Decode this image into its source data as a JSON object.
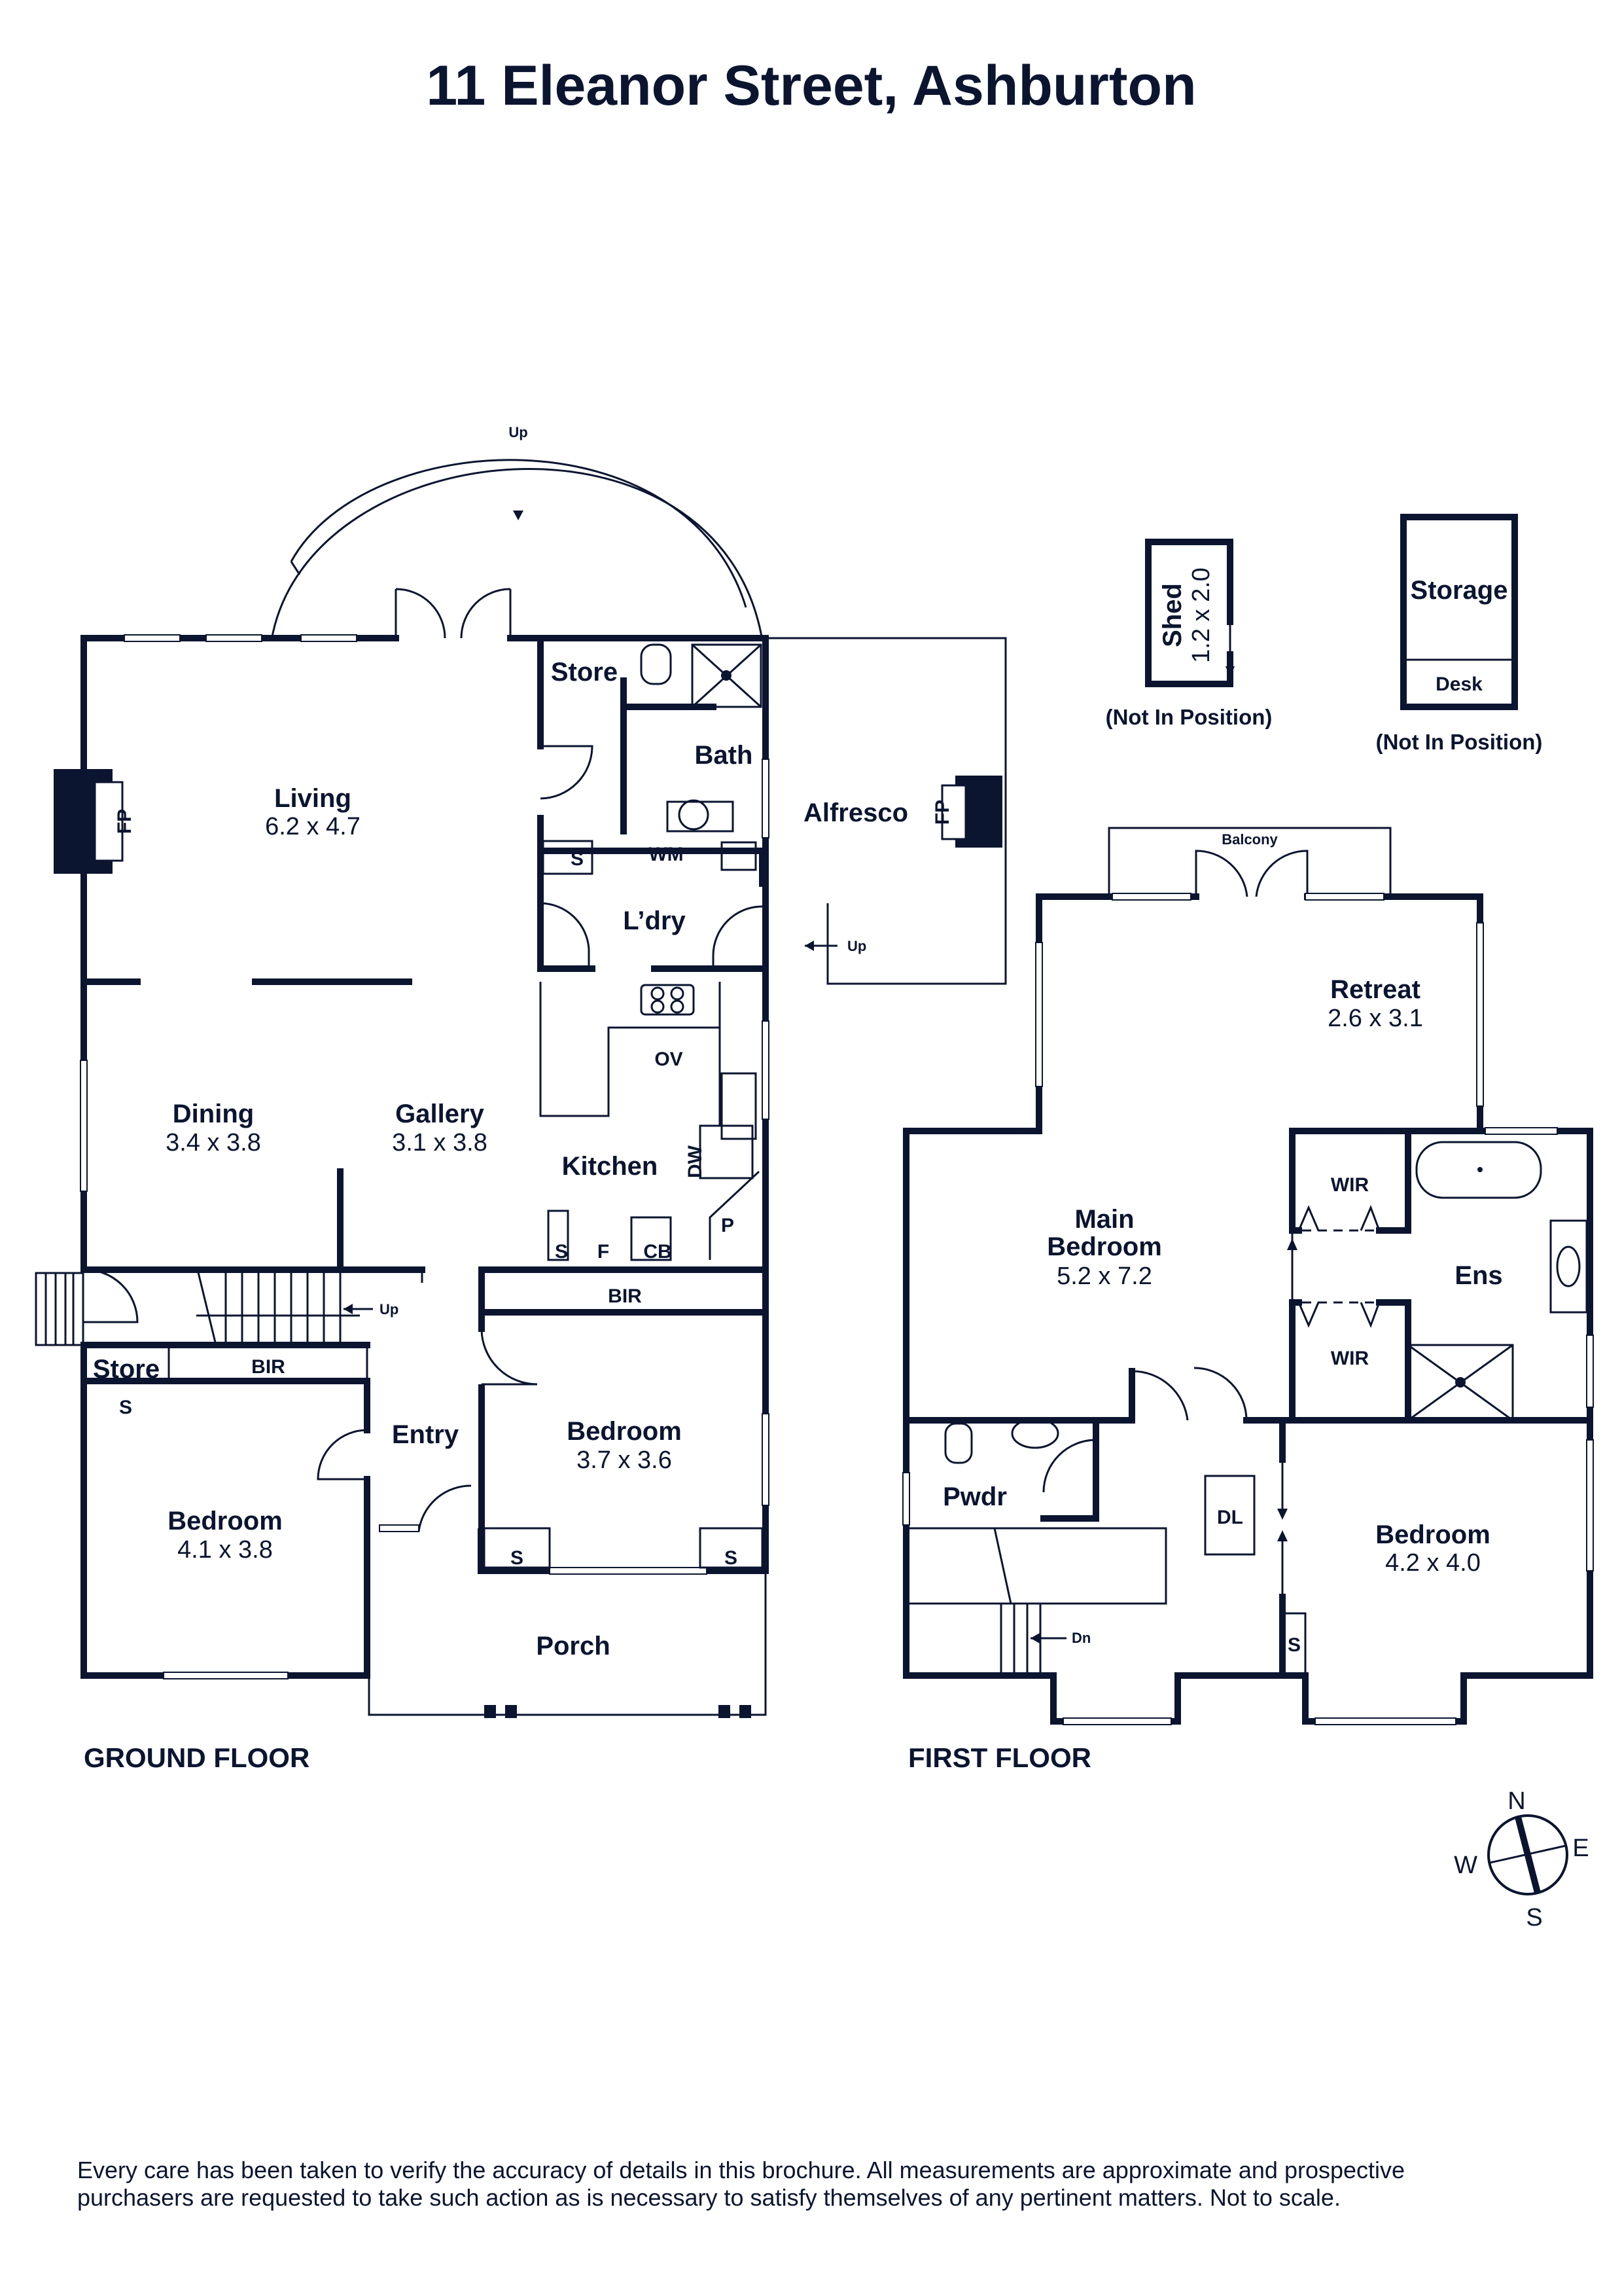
{
  "title": "11 Eleanor Street, Ashburton",
  "ground_floor": {
    "label": "GROUND FLOOR",
    "rooms": {
      "living": {
        "name": "Living",
        "dims": "6.2 x 4.7"
      },
      "dining": {
        "name": "Dining",
        "dims": "3.4 x 3.8"
      },
      "gallery": {
        "name": "Gallery",
        "dims": "3.1 x 3.8"
      },
      "kitchen": {
        "name": "Kitchen"
      },
      "bedroom_front": {
        "name": "Bedroom",
        "dims": "3.7 x 3.6"
      },
      "bedroom_left": {
        "name": "Bedroom",
        "dims": "4.1 x 3.8"
      },
      "entry": {
        "name": "Entry"
      },
      "porch": {
        "name": "Porch"
      },
      "store_upper": {
        "name": "Store"
      },
      "store_lower": {
        "name": "Store"
      },
      "bath": {
        "name": "Bath"
      },
      "laundry": {
        "name": "L’dry"
      },
      "alfresco": {
        "name": "Alfresco"
      }
    },
    "labels": {
      "fp_left": "FP",
      "fp_alfresco": "FP",
      "wm": "WM",
      "s_laundry": "S",
      "ov": "OV",
      "dw": "DW",
      "s_kitchen": "S",
      "f": "F",
      "cb": "CB",
      "p": "P",
      "bir_front": "BIR",
      "bir_left": "BIR",
      "s_store": "S",
      "s_bed1": "S",
      "s_bed2": "S",
      "up_arc": "Up",
      "up_alfresco": "Up",
      "up_stairs": "Up"
    }
  },
  "first_floor": {
    "label": "FIRST FLOOR",
    "rooms": {
      "retreat": {
        "name": "Retreat",
        "dims": "2.6 x 3.1"
      },
      "main_bedroom": {
        "name": "Main Bedroom",
        "dims": "5.2 x 7.2"
      },
      "ensuite": {
        "name": "Ens"
      },
      "bedroom": {
        "name": "Bedroom",
        "dims": "4.2 x 4.0"
      },
      "powder": {
        "name": "Pwdr"
      }
    },
    "labels": {
      "balcony": "Balcony",
      "wir_top": "WIR",
      "wir_bottom": "WIR",
      "dl": "DL",
      "s": "S",
      "dn": "Dn"
    }
  },
  "outbuildings": {
    "shed": {
      "name": "Shed",
      "dims": "1.2 x 2.0",
      "note": "(Not In Position)"
    },
    "storage": {
      "name": "Storage",
      "sub": "Desk",
      "note": "(Not In Position)"
    }
  },
  "compass": {
    "n": "N",
    "e": "E",
    "s": "S",
    "w": "W"
  },
  "disclaimer": {
    "line1": "Every care has been taken to verify the accuracy of details in this brochure. All measurements are approximate and prospective",
    "line2": "purchasers are requested to take such action as is necessary to satisfy themselves of any pertinent matters. Not to scale."
  }
}
